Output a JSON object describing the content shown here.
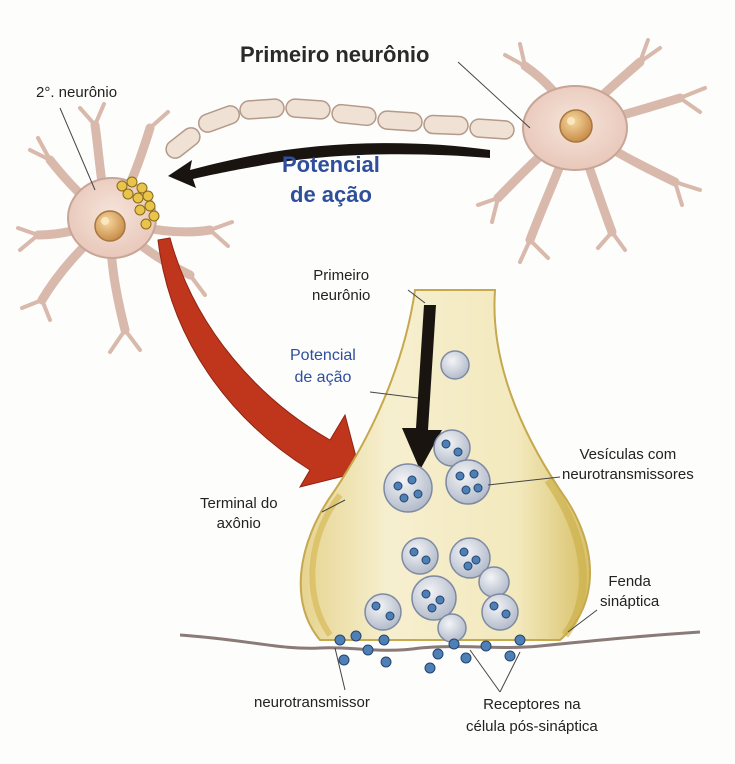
{
  "labels": {
    "first_neuron_top": "Primeiro neurônio",
    "second_neuron": "2°. neurônio",
    "action_potential_top": [
      "Potencial",
      "de ação"
    ],
    "first_neuron_zoom": [
      "Primeiro",
      "neurônio"
    ],
    "action_potential_zoom": [
      "Potencial",
      "de ação"
    ],
    "vesicles": [
      "Vesículas com",
      "neurotransmissores"
    ],
    "axon_terminal": [
      "Terminal do",
      "axônio"
    ],
    "synaptic_cleft": [
      "Fenda",
      "sináptica"
    ],
    "neurotransmitter": "neurotransmissor",
    "receptors": [
      "Receptores na",
      "célula pós-sináptica"
    ]
  },
  "colors": {
    "neuron_body": "#f0d8cc",
    "neuron_outline": "#b89a8e",
    "nucleus": "#e0b070",
    "myelin": "#efe1d3",
    "terminal_fill": "#f2e7b4",
    "black_arrow": "#1a1410",
    "red_arrow": "#c0361c",
    "label_blue": "#2f4f9c",
    "vesicle": "#b9c7dc",
    "transmitter": "#4e7fb5"
  }
}
